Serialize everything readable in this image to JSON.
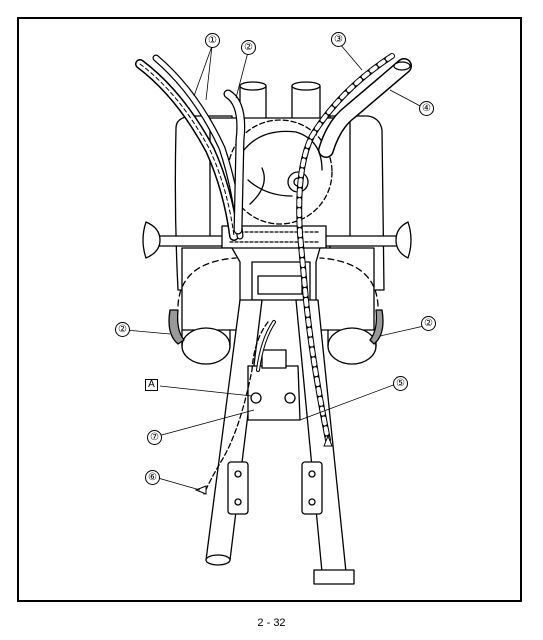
{
  "callouts": {
    "c1": "①",
    "c2_top": "②",
    "c3": "③",
    "c4": "④",
    "c2_left": "②",
    "c2_right": "②",
    "c5": "⑤",
    "c7": "⑦",
    "c6": "⑥"
  },
  "label_a": "A",
  "page_number": "2 - 32"
}
